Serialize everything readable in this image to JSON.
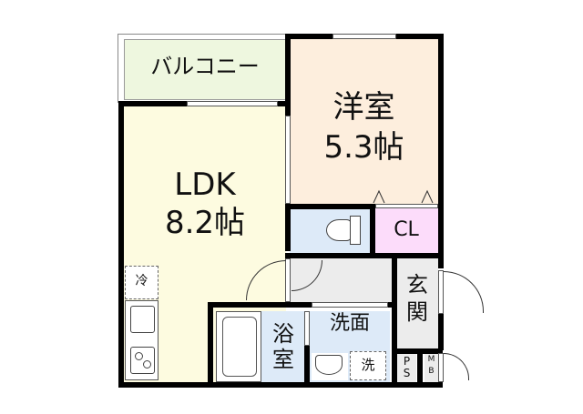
{
  "floor_plan": {
    "rooms": {
      "balcony": {
        "label": "バルコニー",
        "color": "#eef7df"
      },
      "western_room": {
        "name": "洋室",
        "size": "5.3帖",
        "color": "#fdeedd"
      },
      "ldk": {
        "name": "LDK",
        "size": "8.2帖",
        "color": "#fdfbe0"
      },
      "toilet": {
        "color": "#ddeaf8"
      },
      "closet": {
        "label": "CL",
        "color": "#fcdcfa"
      },
      "hallway": {
        "color": "#ececec"
      },
      "entrance": {
        "label_line1": "玄",
        "label_line2": "関",
        "color": "#ececec"
      },
      "bathroom": {
        "label_line1": "浴",
        "label_line2": "室",
        "color": "#ddeaf8"
      },
      "washroom": {
        "label": "洗面",
        "color": "#ddeaf8"
      },
      "washer": {
        "label": "洗"
      },
      "refrigerator": {
        "label": "冷"
      },
      "ps": {
        "label_line1": "P",
        "label_line2": "S"
      },
      "mb": {
        "label_line1": "M",
        "label_line2": "B"
      }
    }
  }
}
